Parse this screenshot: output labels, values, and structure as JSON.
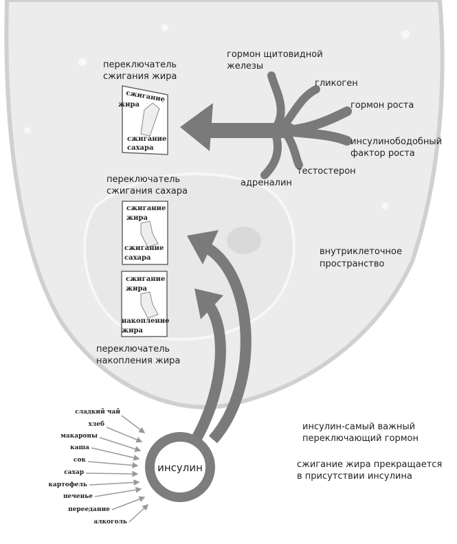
{
  "switches": [
    {
      "title_line1": "переключатель",
      "title_line2": "сжигания жира",
      "top_label_1": "сжигание",
      "top_label_2": "жира",
      "bottom_label_1": "сжигание",
      "bottom_label_2": "сахара"
    },
    {
      "title_line1": "переключатель",
      "title_line2": "сжигания сахара",
      "top_label_1": "сжигание",
      "top_label_2": "жира",
      "bottom_label_1": "сжигание",
      "bottom_label_2": "сахара"
    },
    {
      "title_line1": "переключатель",
      "title_line2": "накопления жира",
      "top_label_1": "сжигание",
      "top_label_2": "жира",
      "bottom_label_1": "накопление",
      "bottom_label_2": "жира"
    }
  ],
  "hormones": {
    "thyroid_1": "гормон щитовидной",
    "thyroid_2": "железы",
    "glycogen": "гликоген",
    "growth": "гормон роста",
    "igf_1": "инсулинободобный",
    "igf_2": "фактор роста",
    "testosterone": "тестостерон",
    "adrenaline": "адреналин"
  },
  "intracellular_1": "внутриклеточное",
  "intracellular_2": "пространство",
  "insulin": "инсулин",
  "foods": [
    "сладкий чай",
    "хлеб",
    "макароны",
    "каша",
    "сок",
    "сахар",
    "картофель",
    "печенье",
    "переедание",
    "алкоголь"
  ],
  "note1_1": "инсулин-самый важный",
  "note1_2": "переключающий гормон",
  "note2_1": "сжигание жира прекращается",
  "note2_2": "в присутствии инсулина",
  "colors": {
    "cell": "#ececec",
    "arrow": "#7a7a7a",
    "ring": "#7d7d7d"
  }
}
